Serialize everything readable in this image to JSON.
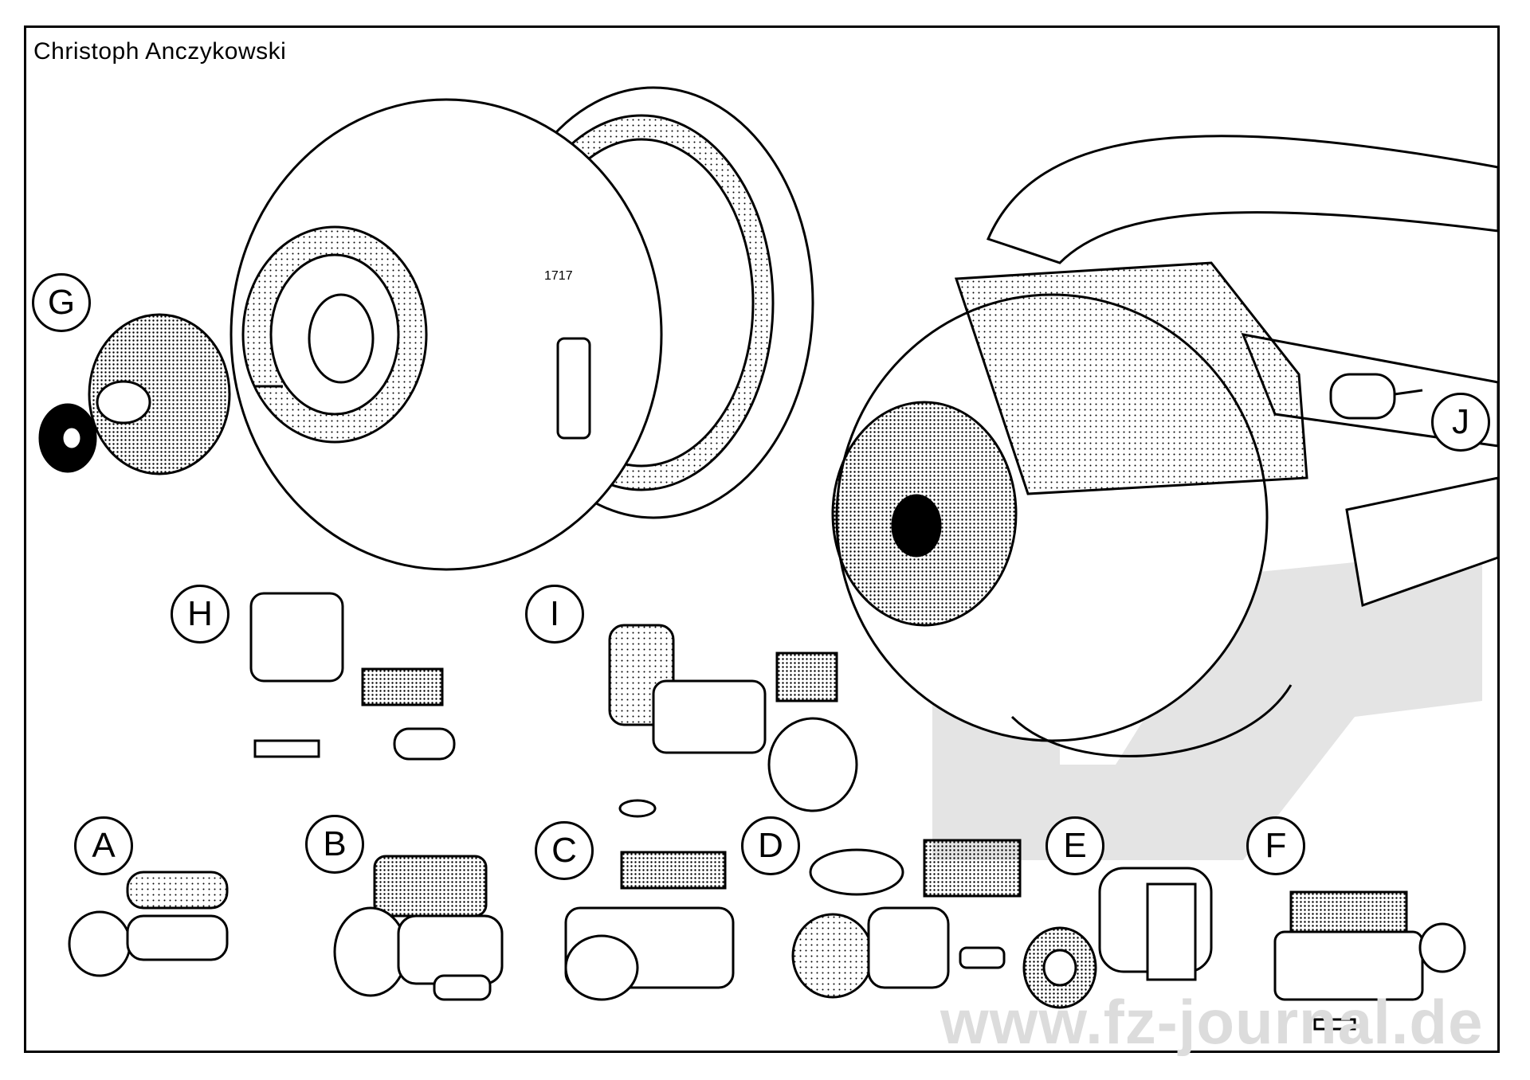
{
  "author": "Christoph Anczykowski",
  "watermark": "www.fz-journal.de",
  "part_labels": [
    "A",
    "B",
    "C",
    "D",
    "E",
    "F",
    "G",
    "H",
    "I",
    "J"
  ],
  "serial_marking": "1717",
  "colors": {
    "ink": "#000000",
    "paper": "#ffffff",
    "watermark": "#dcdcdc"
  }
}
